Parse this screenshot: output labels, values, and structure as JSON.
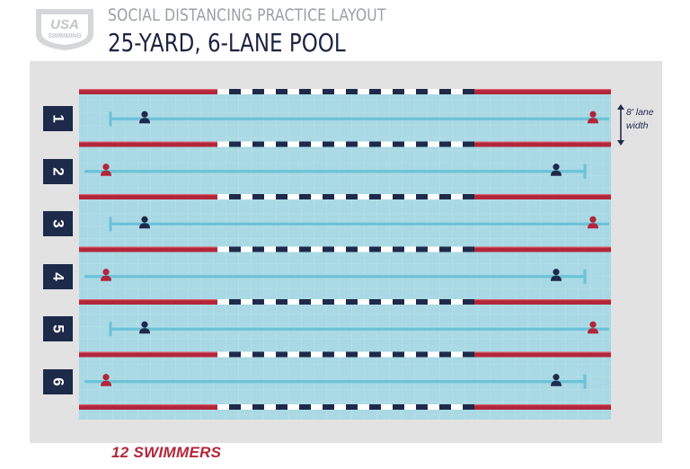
{
  "header": {
    "logo_text": "USA SWIMMING",
    "subtitle": "SOCIAL DISTANCING PRACTICE LAYOUT",
    "title": "25-YARD, 6-LANE POOL"
  },
  "pool": {
    "lane_labels": [
      "1",
      "2",
      "3",
      "4",
      "5",
      "6"
    ],
    "lane_width_label": "8' lane width",
    "swimmer_count_label": "12 SWIMMERS",
    "lanes": [
      {
        "lane": "1",
        "swimmers": [
          {
            "position": "near-start",
            "color": "navy"
          },
          {
            "position": "far-wall",
            "color": "red"
          }
        ]
      },
      {
        "lane": "2",
        "swimmers": [
          {
            "position": "start-wall",
            "color": "red"
          },
          {
            "position": "near-far",
            "color": "navy"
          }
        ]
      },
      {
        "lane": "3",
        "swimmers": [
          {
            "position": "near-start",
            "color": "navy"
          },
          {
            "position": "far-wall",
            "color": "red"
          }
        ]
      },
      {
        "lane": "4",
        "swimmers": [
          {
            "position": "start-wall",
            "color": "red"
          },
          {
            "position": "near-far",
            "color": "navy"
          }
        ]
      },
      {
        "lane": "5",
        "swimmers": [
          {
            "position": "near-start",
            "color": "navy"
          },
          {
            "position": "far-wall",
            "color": "red"
          }
        ]
      },
      {
        "lane": "6",
        "swimmers": [
          {
            "position": "start-wall",
            "color": "red"
          },
          {
            "position": "near-far",
            "color": "navy"
          }
        ]
      }
    ]
  },
  "colors": {
    "navy": "#1e2a4a",
    "red": "#b3263a",
    "water": "#a9d9e4",
    "lane_line": "#6cc2d8",
    "deck": "#e2e2e3",
    "rope_light": "#ffffff"
  }
}
